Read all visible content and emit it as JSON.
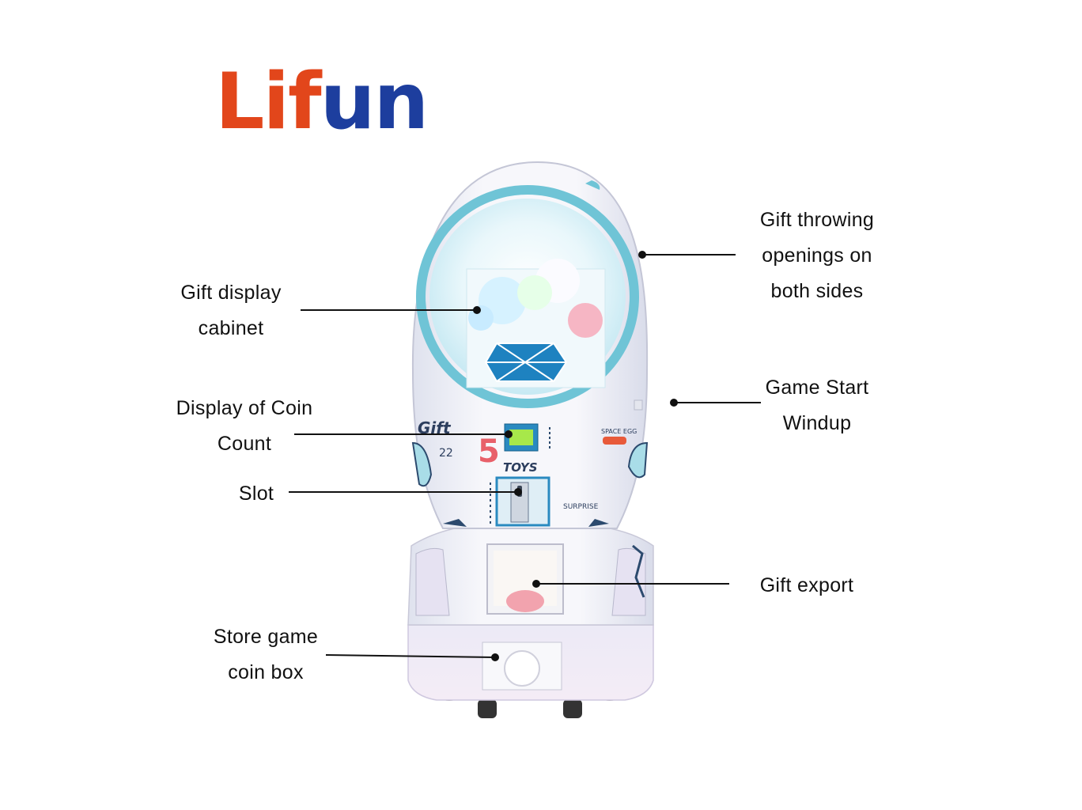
{
  "brand": {
    "logo_part1": "Lif",
    "logo_part2": "un",
    "colors": {
      "red": "#e2461b",
      "blue": "#1d3e9e"
    }
  },
  "machine": {
    "panel_text_gift": "Gift",
    "panel_text_number": "22",
    "panel_text_five": "5",
    "panel_text_toys": "TOYS",
    "panel_text_space": "SPACE EGG",
    "panel_text_surprise": "SURPRISE",
    "accent_color": "#6fc4d6"
  },
  "labels": {
    "gift_display": {
      "line1": "Gift display",
      "line2": "cabinet"
    },
    "coin_count": {
      "line1": "Display of Coin",
      "line2": "Count"
    },
    "slot": {
      "line1": "Slot"
    },
    "coin_box": {
      "line1": "Store game",
      "line2": "coin box"
    },
    "throwing": {
      "line1": "Gift throwing",
      "line2": "openings on",
      "line3": "both sides"
    },
    "game_start": {
      "line1": "Game Start",
      "line2": "Windup"
    },
    "gift_export": {
      "line1": "Gift export"
    }
  }
}
